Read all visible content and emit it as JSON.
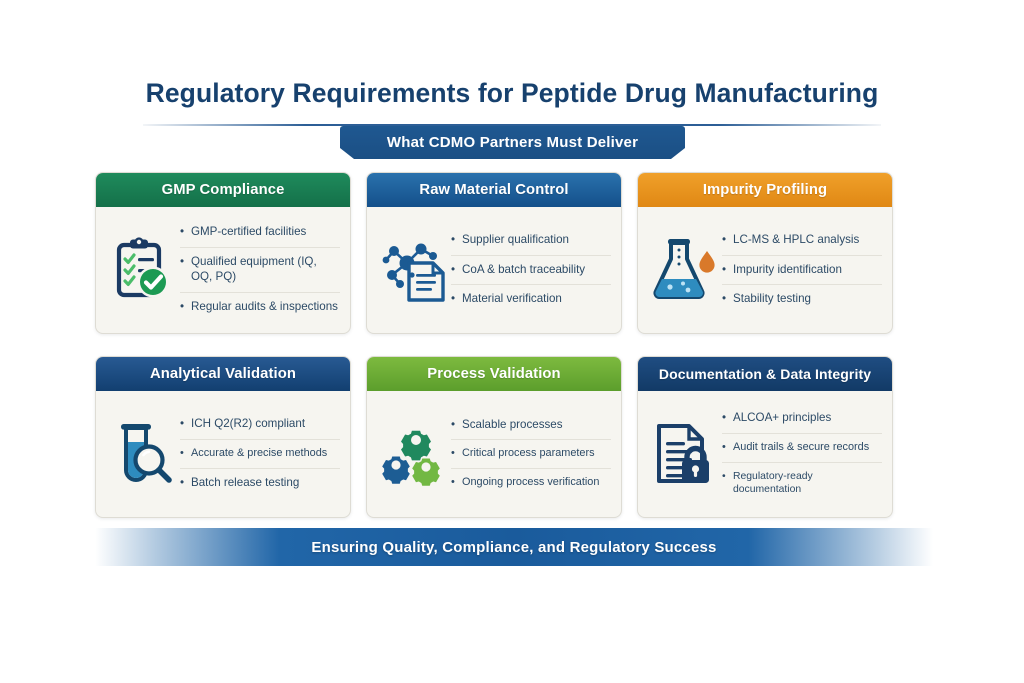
{
  "header": {
    "title": "Regulatory Requirements for Peptide Drug Manufacturing",
    "ribbon": "What CDMO Partners Must Deliver"
  },
  "footer": {
    "text": "Ensuring Quality, Compliance, and Regulatory Success"
  },
  "colors": {
    "title": "#17416e",
    "green": "#147049",
    "blue": "#14508a",
    "orange": "#e08814",
    "navy": "#123f70",
    "light_green": "#5c9e2c",
    "dark_navy": "#123a66",
    "card_body": "#f6f5f0",
    "bullet_text": "#2c4a66",
    "banner": "#1a5b9c"
  },
  "cards": [
    {
      "title": "GMP Compliance",
      "header_color": "#147049",
      "icon": "clipboard-check-icon",
      "bullets": [
        "GMP-certified facilities",
        "Qualified equipment (IQ, OQ, PQ)",
        "Regular audits & inspections"
      ]
    },
    {
      "title": "Raw Material Control",
      "header_color": "#14508a",
      "icon": "molecule-document-icon",
      "bullets": [
        "Supplier qualification",
        "CoA & batch traceability",
        "Material verification"
      ]
    },
    {
      "title": "Impurity Profiling",
      "header_color": "#e08814",
      "icon": "flask-droplet-icon",
      "bullets": [
        "LC-MS & HPLC analysis",
        "Impurity identification",
        "Stability testing"
      ]
    },
    {
      "title": "Analytical Validation",
      "header_color": "#123f70",
      "icon": "test-tube-magnifier-icon",
      "bullets": [
        "ICH Q2(R2) compliant",
        "Accurate & precise methods",
        "Batch release testing"
      ]
    },
    {
      "title": "Process Validation",
      "header_color": "#5c9e2c",
      "icon": "gears-icon",
      "bullets": [
        "Scalable processes",
        "Critical process parameters",
        "Ongoing process verification"
      ]
    },
    {
      "title": "Documentation & Data Integrity",
      "header_color": "#123a66",
      "icon": "document-lock-icon",
      "bullets": [
        "ALCOA+ principles",
        "Audit trails & secure records",
        "Regulatory-ready documentation"
      ]
    }
  ]
}
